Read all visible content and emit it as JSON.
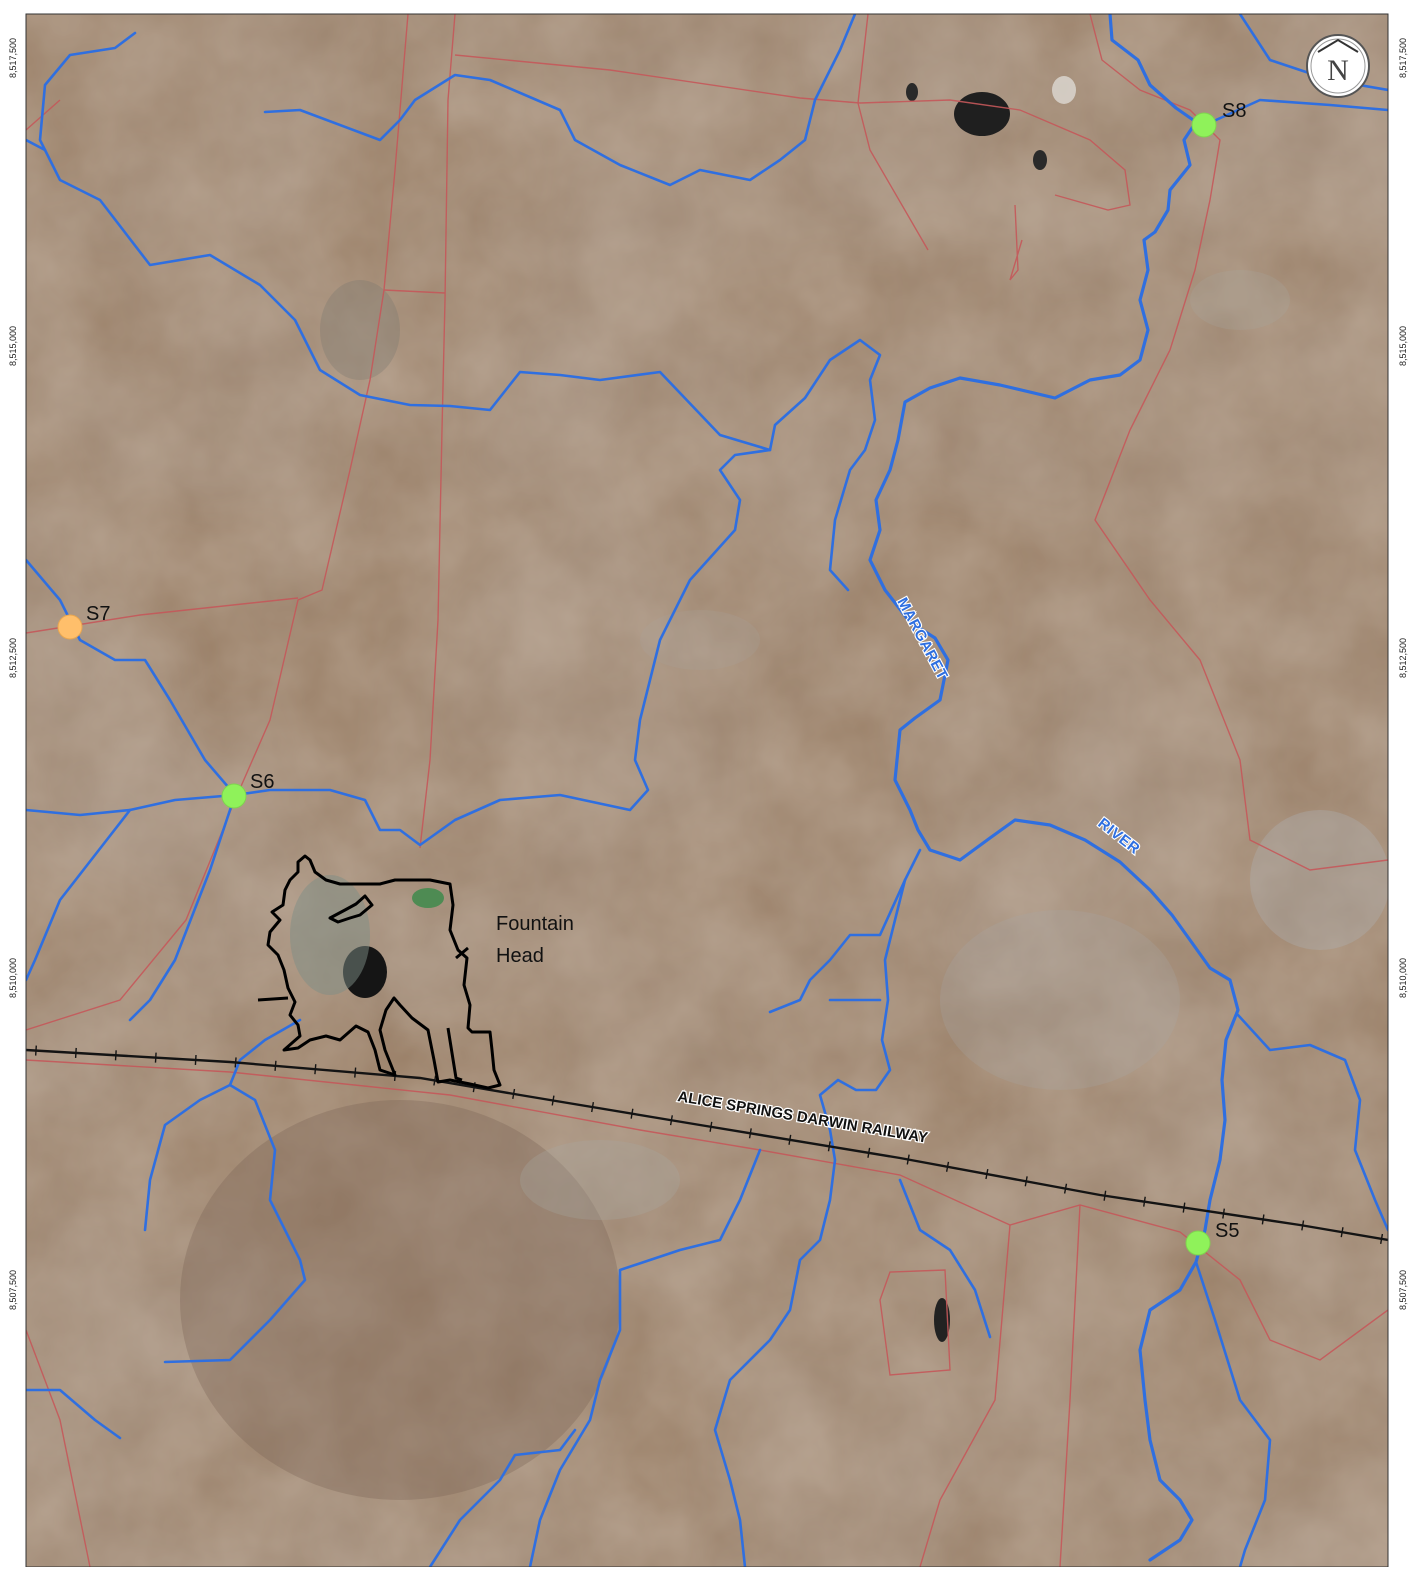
{
  "map": {
    "y_ticks_left": [
      "8,517,500",
      "8,515,000",
      "8,512,500",
      "8,510,000",
      "8,507,500"
    ],
    "y_ticks_right": [
      "8,517,500",
      "8,515,000",
      "8,512,500",
      "8,510,000",
      "8,507,500"
    ],
    "north_arrow_letter": "N",
    "sites": [
      {
        "label": "S8",
        "color": "#8ff25a"
      },
      {
        "label": "S7",
        "color": "#ffbf6b"
      },
      {
        "label": "S6",
        "color": "#8ff25a"
      },
      {
        "label": "S5",
        "color": "#8ff25a"
      }
    ],
    "place_label_line1": "Fountain",
    "place_label_line2": "Head",
    "river_label_1": "MARGARET",
    "river_label_2": "RIVER",
    "railway_label": "ALICE SPRINGS DARWIN RAILWAY",
    "colors": {
      "terrain": "#9a8068",
      "river": "#2f6fe0",
      "road": "#c5585a",
      "railway": "#141414",
      "mine_outline": "#000000"
    }
  }
}
